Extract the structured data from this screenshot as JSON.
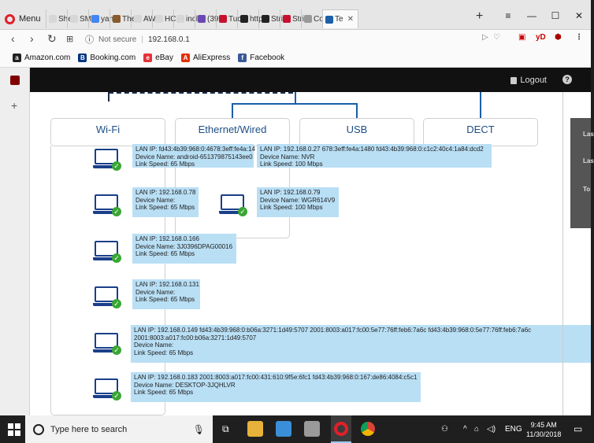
{
  "browser": {
    "menu_label": "Menu",
    "tabs": [
      {
        "label": "She",
        "color": "#d7d7d7"
      },
      {
        "label": "SM",
        "color": "#d7d7d7"
      },
      {
        "label": "yan",
        "color": "#4285f4"
      },
      {
        "label": "The",
        "color": "#8a5a2b"
      },
      {
        "label": "AW",
        "color": "#d7d7d7"
      },
      {
        "label": "HC",
        "color": "#d7d7d7"
      },
      {
        "label": "incl",
        "color": "#d7d7d7"
      },
      {
        "label": "(39",
        "color": "#6b49b5"
      },
      {
        "label": "Tuc",
        "color": "#c8102e"
      },
      {
        "label": "http",
        "color": "#222222"
      },
      {
        "label": "Stri",
        "color": "#222222"
      },
      {
        "label": "Stri",
        "color": "#c8102e"
      },
      {
        "label": "Co",
        "color": "#999999"
      }
    ],
    "active_tab_label": "Te",
    "new_tab": "+",
    "address": {
      "security_label": "Not secure",
      "url": "192.168.0.1"
    },
    "bookmarks": [
      {
        "label": "Amazon.com",
        "icon": "a",
        "color": "#222222"
      },
      {
        "label": "Booking.com",
        "icon": "B",
        "color": "#003580"
      },
      {
        "label": "eBay",
        "icon": "e",
        "color": "#e53238"
      },
      {
        "label": "AliExpress",
        "icon": "A",
        "color": "#e62e04"
      },
      {
        "label": "Facebook",
        "icon": "f",
        "color": "#3b5998"
      }
    ]
  },
  "router": {
    "logout_label": "Logout",
    "help_label": "?",
    "categories": [
      "Wi-Fi",
      "Ethernet/Wired",
      "USB",
      "DECT"
    ],
    "right_panel_labels": [
      "Las",
      "Las",
      "To"
    ],
    "wifi_devices": [
      {
        "lines": [
          "LAN IP: 192.168.0.78",
          "Device Name:",
          "Link Speed: 65 Mbps"
        ]
      },
      {
        "lines": [
          "LAN IP: 192.168.0.166",
          "Device Name: 3J0396DPAG00016",
          "Link Speed: 65 Mbps"
        ]
      },
      {
        "lines": [
          "LAN IP: 192.168.0.131",
          "Device Name:",
          "Link Speed: 65 Mbps"
        ]
      },
      {
        "lines": [
          "LAN IP: 192.168.0.149 fd43:4b39:968:0:b06a:3271:1d49:5707 2001:8003:a017:fc00:5e77:76ff:feb6:7a6c fd43:4b39:968:0:5e77:76ff:feb6:7a6c 2001:8003:a017:fc00:b06a:3271:1d49:5707",
          "Device Name:",
          "Link Speed: 65 Mbps"
        ]
      },
      {
        "lines": [
          "LAN IP: 192.168.0.183 2001:8003:a017:fc00:431:610:9f5e:6fc1 fd43:4b39:968:0:167:de86:4084:c5c1",
          "Device Name: DESKTOP-3JQHLVR",
          "Link Speed: 65 Mbps"
        ]
      }
    ],
    "wifi_first": {
      "lines": [
        "LAN IP: fd43:4b39:968:0:4678:3eff:fe4a:14",
        "Device Name: android-651379875143ee0",
        "Link Speed: 65 Mbps"
      ]
    },
    "ethernet_devices": [
      {
        "lines": [
          "LAN IP: 192.168.0.27     678:3eff:fe4a:1480 fd43:4b39:968:0:c1c2:40c4:1a84:dcd2",
          "Device Name: NVR",
          "Link Speed: 100 Mbps"
        ]
      },
      {
        "lines": [
          "LAN IP: 192.168.0.79",
          "Device Name: WGR614V9",
          "Link Speed: 100 Mbps"
        ]
      }
    ]
  },
  "taskbar": {
    "search_placeholder": "Type here to search",
    "language": "ENG",
    "time": "9:45 AM",
    "date": "11/30/2018"
  }
}
